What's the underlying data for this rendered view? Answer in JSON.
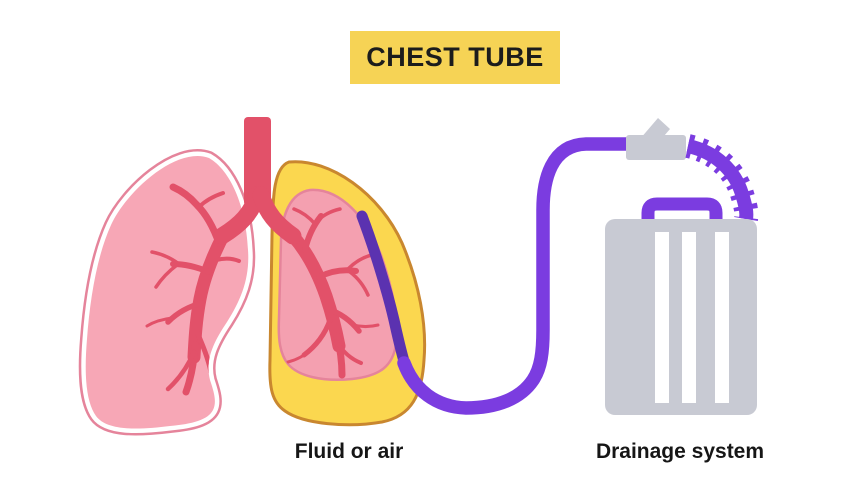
{
  "title_banner": {
    "label": "CHEST TUBE",
    "bg_color": "#F6D355",
    "text_color": "#1C1C1C"
  },
  "labels": {
    "fluid_or_air": "Fluid or air",
    "drainage_system": "Drainage system",
    "text_color": "#161616"
  },
  "colors": {
    "background": "#FFFFFF",
    "lung_pink": "#F7A7B6",
    "lung_outline_pink": "#E5849B",
    "inner_lung_pink": "#F4A0B0",
    "airway_red": "#E25169",
    "pleura_yellow": "#FBD74F",
    "pleura_outline_orange": "#C9872F",
    "tube_purple": "#7B3CE0",
    "tube_inner_indigo": "#5B32B0",
    "device_gray": "#C8CAD3",
    "stripe_white": "#FFFFFF"
  }
}
